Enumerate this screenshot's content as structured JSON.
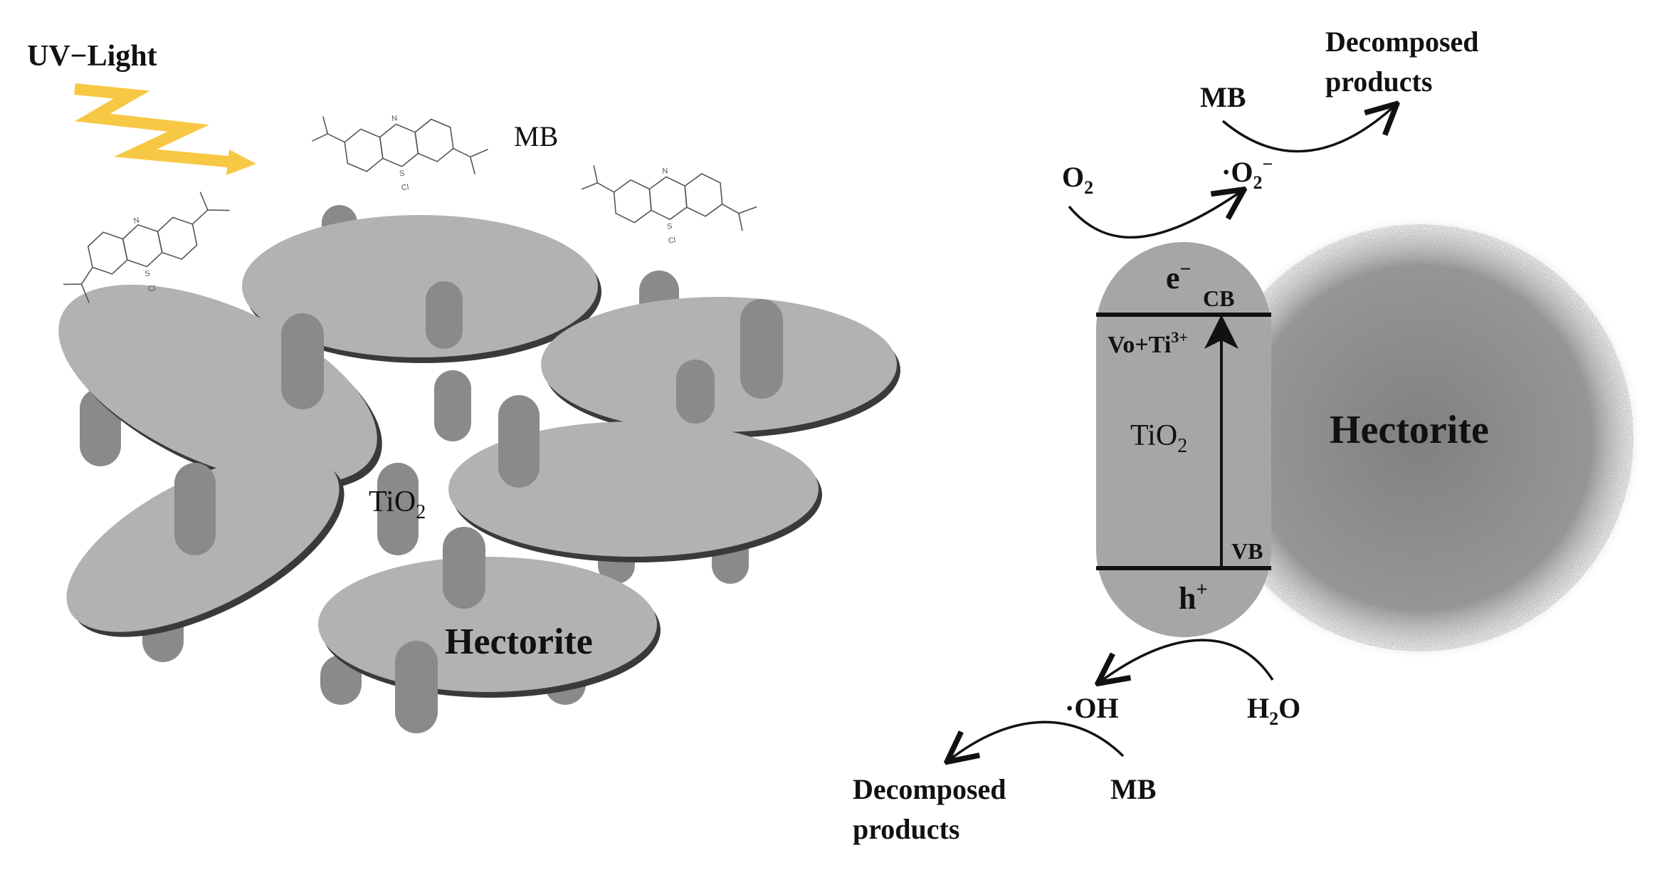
{
  "left_panel": {
    "uv_label": "UV−Light",
    "mb_label": "MB",
    "tio2_label": {
      "main": "TiO",
      "sub": "2"
    },
    "hectorite_label": "Hectorite",
    "molecule_atoms": {
      "nitrogen": "N",
      "sulfur": "S",
      "chloride": "Cl"
    }
  },
  "right_panel": {
    "electron": {
      "main": "e",
      "sup": "−"
    },
    "hole": {
      "main": "h",
      "sup": "+"
    },
    "cb_label": "CB",
    "vb_label": "VB",
    "defect_label": {
      "main": "Vo+Ti",
      "sup": "3+"
    },
    "tio2_label": {
      "main": "TiO",
      "sub": "2"
    },
    "hectorite_label": "Hectorite",
    "o2_label": {
      "main": "O",
      "sub": "2"
    },
    "superoxide_label": {
      "pre": "·O",
      "sub": "2",
      "sup": "−"
    },
    "mb_top": "MB",
    "decomposed_top": [
      "Decomposed",
      "products"
    ],
    "oh_label": "·OH",
    "h2o_label": {
      "pre": "H",
      "sub": "2",
      "post": "O"
    },
    "mb_bottom": "MB",
    "decomposed_bottom": [
      "Decomposed",
      "products"
    ]
  },
  "colors": {
    "disk_fill": "#b2b2b2",
    "disk_edge": "#3a3a3a",
    "pillar": "#8a8a8a",
    "uv_bolt": "#f7c843",
    "rod_fill": "#a6a6a6",
    "hectorite_cloud": "#8c8c8c"
  }
}
